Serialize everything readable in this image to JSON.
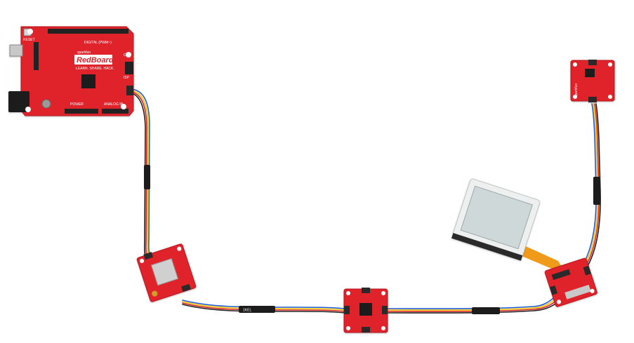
{
  "colors": {
    "pcb_red": "#e0222c",
    "pcb_red_dark": "#b8161f",
    "header_black": "#222222",
    "connector": "#2b2b2b",
    "chip": "#1a1a1a",
    "lcd_glass": "#cfd8d8",
    "lcd_frame": "#eef0f0",
    "flex_cable": "#f09a1a",
    "heat_shrink": "#1c1c1c",
    "wire_blue": "#1f5bd6",
    "wire_yellow": "#f2c200",
    "wire_black": "#222222",
    "wire_red": "#d62222"
  },
  "icons": {
    "main_board": "microcontroller-board-icon",
    "gps": "gps-module-icon",
    "hub": "qwiic-hub-icon",
    "display": "lcd-display-icon",
    "sensor": "sensor-breakout-icon"
  },
  "redboard": {
    "brand": "sparkfun",
    "logo": "RedBoard",
    "tagline": "LEARN. SHARE. HACK.",
    "digital_label": "DIGITAL (PWM~)",
    "power_label": "POWER",
    "analog_label": "ANALOG IN",
    "reset_label": "RESET",
    "isp_label": "ISP",
    "on_label": "ON"
  },
  "sensor_board": {
    "brand": "sparkfun"
  },
  "cable_label": "1KEL"
}
